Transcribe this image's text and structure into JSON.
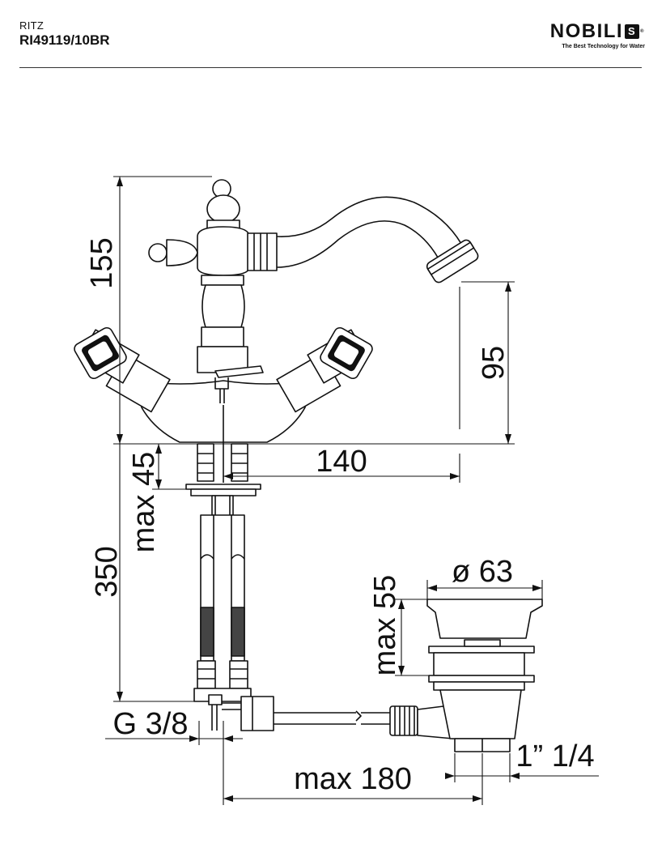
{
  "header": {
    "series": "RITZ",
    "code": "RI49119/10BR"
  },
  "brand": {
    "name": "NOBILI",
    "mark_letter": "S",
    "registered": "®",
    "tagline": "The Best Technology for Water"
  },
  "dimensions": {
    "height_total": "155",
    "spout_height": "95",
    "spout_reach": "140",
    "deck_thickness": "max 45",
    "hose_length": "350",
    "connection": "G 3/8",
    "waste_diameter": "ø 63",
    "waste_height": "max 55",
    "waste_thread": "1” 1/4",
    "waste_distance": "max 180"
  }
}
